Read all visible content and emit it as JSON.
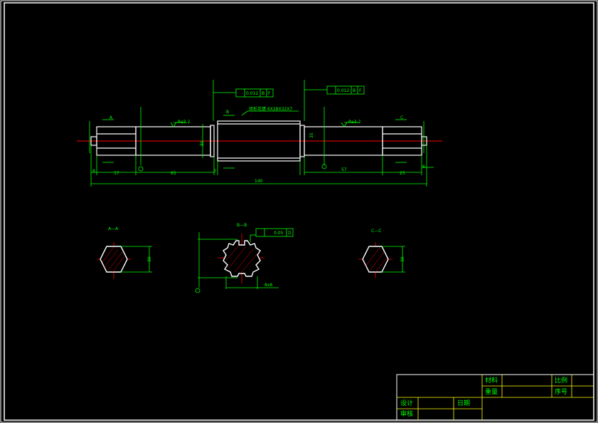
{
  "colors": {
    "background": "#000000",
    "outline": "#ffffff",
    "dimension": "#00ff00",
    "centerline": "#ff0000",
    "border": "#ffffff"
  },
  "dimensions": {
    "d_left_end": "37",
    "d_mid_left": "65",
    "d_total": "140",
    "d_right_mid": "57",
    "d_right_end": "25",
    "d_small_right": "6",
    "d_small_left": "8",
    "d_small_left2": "3",
    "d_mid_vert": "80",
    "d_right_vert": "35",
    "d_hex_a": "30",
    "d_hex_c": "30",
    "d_spline_lbl": "8x8"
  },
  "tolerances": {
    "runout_left": "0.012",
    "runout_left_ref": "B",
    "runout_left_ref2": "F",
    "runout_right": "0.012",
    "runout_right_ref": "B",
    "runout_right_ref2": "F",
    "sym": "0.05",
    "sym_ref": "D"
  },
  "sections": {
    "a_label": "A—A",
    "b_label": "B—B",
    "c_label": "C—C",
    "cut_a": "A",
    "cut_b": "B",
    "cut_c": "C"
  },
  "roughness": {
    "r_left": "Ra3.2",
    "r_right": "Ra3.2"
  },
  "spline_note": "矩形花键 6X28X32X7",
  "title_block": {
    "material_label": "材料",
    "scale_label": "比例",
    "weight_label": "重量",
    "seq_label": "序号",
    "design_label": "设计",
    "date_label": "日期",
    "review_label": "审核"
  }
}
